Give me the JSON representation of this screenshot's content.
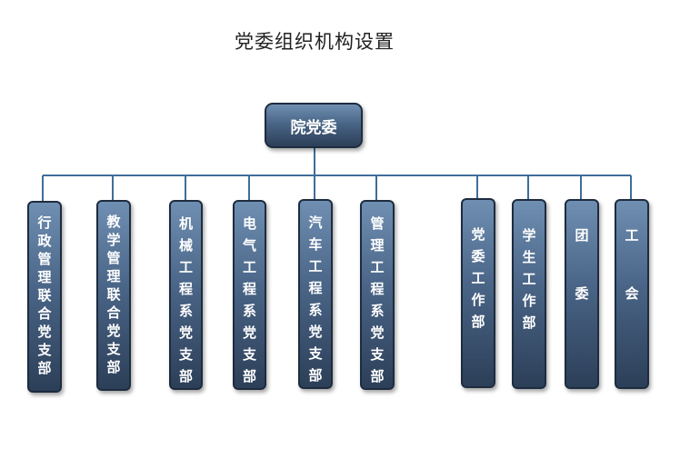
{
  "title": "党委组织机构设置",
  "root": {
    "label": "院党委"
  },
  "children": [
    {
      "label": "行政管理联合党支部"
    },
    {
      "label": "教学管理联合党支部"
    },
    {
      "label": "机械工程系党支部"
    },
    {
      "label": "电气工程系党支部"
    },
    {
      "label": "汽车工程系党支部"
    },
    {
      "label": "管理工程系党支部"
    },
    {
      "label": "党委工作部"
    },
    {
      "label": "学生工作部"
    },
    {
      "label": "团委"
    },
    {
      "label": "工会"
    }
  ],
  "colors": {
    "connector": "#3f6d9a",
    "box_top": "#6f8fb2",
    "box_bottom": "#2c3f58"
  }
}
